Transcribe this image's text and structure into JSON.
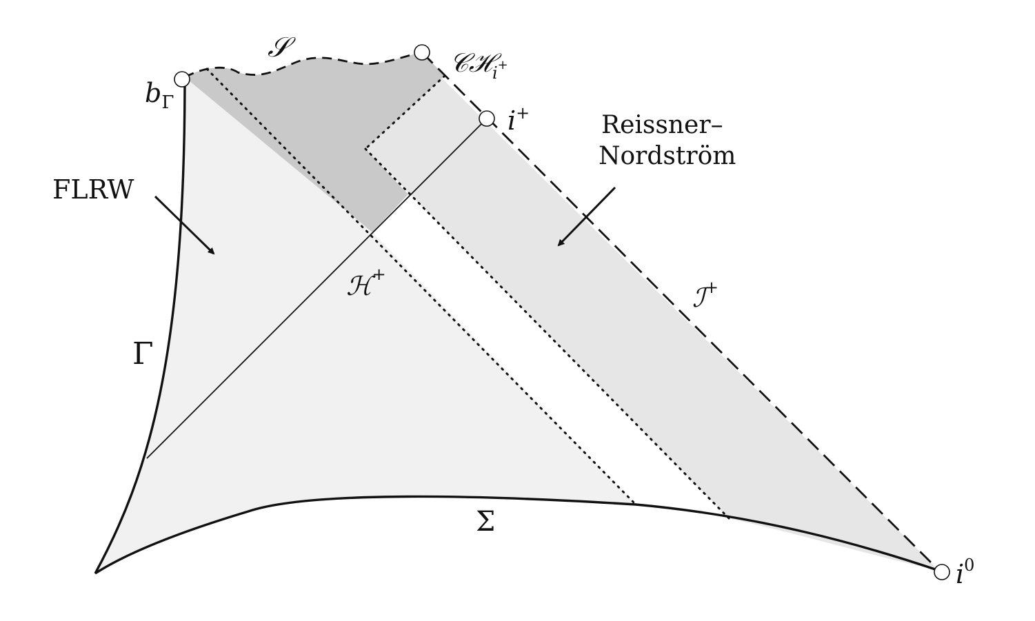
{
  "labels": {
    "S": "𝒮",
    "CH_main": "𝒞ℋ",
    "CH_sub": "i",
    "CH_sup": "+",
    "b_main": "b",
    "b_sub": "Γ",
    "iplus_main": "i",
    "iplus_sup": "+",
    "reissner_line1": "Reissner–",
    "reissner_line2": "Nordström",
    "flrw": "FLRW",
    "H_main": "ℋ",
    "H_sup": "+",
    "I_main": "ℐ",
    "I_sup": "+",
    "Gamma": "Γ",
    "Sigma": "Σ",
    "i0_main": "i",
    "i0_sup": "0"
  },
  "colors": {
    "light_region": "#f1f1f1",
    "mid_region": "#e6e6e6",
    "dark_region": "#c9c9c9",
    "ink": "#111111"
  }
}
